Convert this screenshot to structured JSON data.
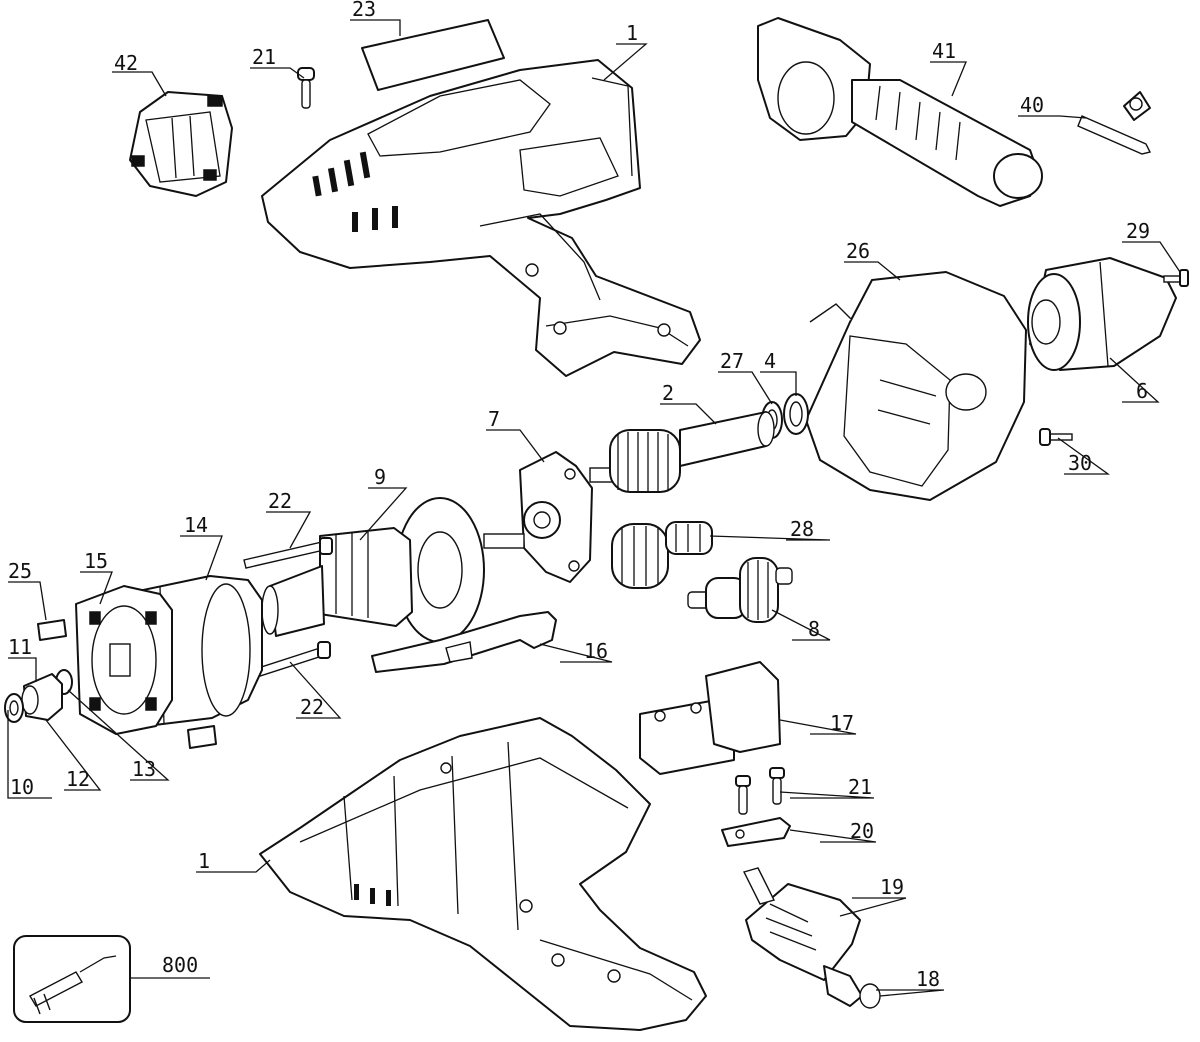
{
  "labels": {
    "p1_top": "1",
    "p1_bottom": "1",
    "p2": "2",
    "p4": "4",
    "p6": "6",
    "p7": "7",
    "p8": "8",
    "p9": "9",
    "p10": "10",
    "p11": "11",
    "p12": "12",
    "p13": "13",
    "p14": "14",
    "p15": "15",
    "p16": "16",
    "p17": "17",
    "p18": "18",
    "p19": "19",
    "p20": "20",
    "p21_top": "21",
    "p21_bottom": "21",
    "p22_top": "22",
    "p22_bottom": "22",
    "p23": "23",
    "p25": "25",
    "p26": "26",
    "p27": "27",
    "p28": "28",
    "p29": "29",
    "p30": "30",
    "p40": "40",
    "p41": "41",
    "p42": "42",
    "p800": "800"
  }
}
